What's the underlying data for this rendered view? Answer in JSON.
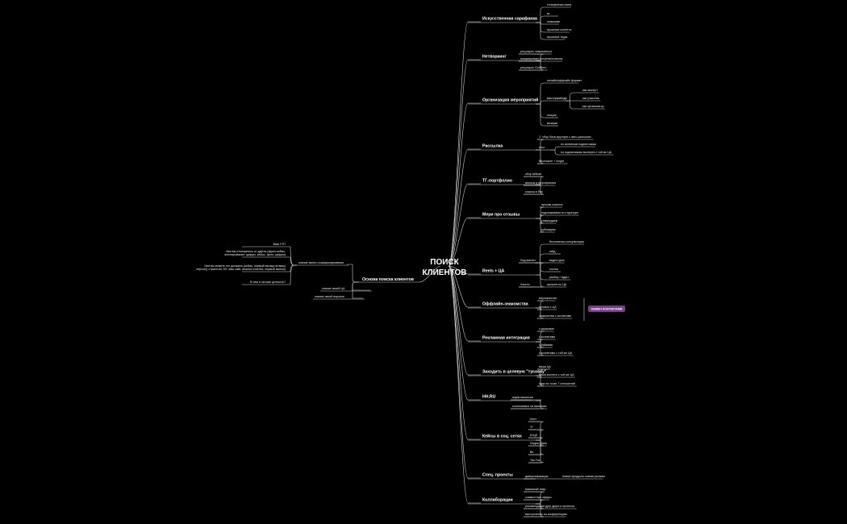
{
  "center": {
    "line1": "ПОИСК",
    "line2": "КЛИЕНТОВ"
  },
  "left": {
    "label": "Основа поиска клиентов",
    "children": [
      {
        "label": "знание своего позиционирования",
        "children": [
          {
            "label": "Ваш УТП"
          },
          {
            "label": "Чем вы отличаетесь от других (фрон-нойзы, агентирование, цифры, кейсы, фото, цифры)"
          },
          {
            "label": "Чем вы можете это доказать (кейсы, первый взгляд на вашу персону, стратегия, КП, ваш сайт, анализ клиента, первый звонок)"
          },
          {
            "label": "В чем в личная ценность?"
          }
        ]
      },
      {
        "label": "знание своей ЦА"
      },
      {
        "label": "знание своей воронки"
      }
    ]
  },
  "right": [
    {
      "label": "Искусственная сарафанка",
      "children": [
        {
          "label": "телефонная книга"
        },
        {
          "label": "вк"
        },
        {
          "label": "знакомые"
        },
        {
          "label": "прошлые клиенты"
        },
        {
          "label": "прошлые лиды"
        }
      ]
    },
    {
      "label": "Нетворкинг",
      "children": [
        {
          "label": "регулярно знакомиться"
        },
        {
          "label": "инициировать встречи/созвоны"
        },
        {
          "label": "регулярно GuttBeru"
        }
      ]
    },
    {
      "label": "Организация мероприятий",
      "children": [
        {
          "label": "онлайн/оффлайн формат"
        },
        {
          "label": "мастермайнды",
          "children": [
            {
              "label": "как эксперт"
            },
            {
              "label": "как участник"
            },
            {
              "label": "как организатор"
            }
          ]
        },
        {
          "label": "лекции"
        },
        {
          "label": "вечерки"
        }
      ]
    },
    {
      "label": "Рассылка",
      "children": [
        {
          "label": "1\" сбор базы вручную с авто-рассылки"
        },
        {
          "label": "инст",
          "children": [
            {
              "label": "по активным подписчикам"
            },
            {
              "label": "по подписчикам эксперта с той же ЦА"
            }
          ]
        },
        {
          "label": "ВКонтакте + inright"
        }
      ]
    },
    {
      "label": "ТГ-портфолио",
      "children": [
        {
          "label": "сбор кейсов"
        },
        {
          "label": "анонсы в мероприятия"
        },
        {
          "label": "ссылка в био"
        }
      ]
    },
    {
      "label": "Мери про отзывы",
      "children": [
        {
          "label": "просим клиента"
        },
        {
          "label": "подталкиваем по структуре"
        },
        {
          "label": "утверждаем"
        },
        {
          "label": "публикуем"
        }
      ]
    },
    {
      "label": "Reels + ЦА",
      "children": [
        {
          "label": "Лид-магнит",
          "children": [
            {
              "label": "бесплатная консультация"
            },
            {
              "label": "гайд"
            },
            {
              "label": "видео-урок"
            },
            {
              "label": "статья"
            },
            {
              "label": "разбор / аудит"
            }
          ]
        },
        {
          "label": "Хэштег",
          "children": [
            {
              "label": "прогрев по ЦА"
            }
          ]
        }
      ]
    },
    {
      "label": "Оффлайн-знакомства",
      "children": [
        {
          "label": "мероприятия"
        },
        {
          "label": "тусовки с ЦА"
        },
        {
          "label": "знакомства с коллегами"
        }
      ],
      "note": "ОБМЕН КОНТАКТАМИ"
    },
    {
      "label": "Рекламная интеграция",
      "children": [
        {
          "label": "с друзьями"
        },
        {
          "label": "с коллегами"
        },
        {
          "label": "с лайками"
        },
        {
          "label": "с коллегами с той же ЦА"
        }
      ]
    },
    {
      "label": "Заходить в целевую \"тусовку\"",
      "children": [
        {
          "label": "ваша ЦА"
        },
        {
          "label": "ваша коллеги с той же ЦА"
        },
        {
          "label": "куда на точке 7 отношений"
        }
      ]
    },
    {
      "label": "HH.RU",
      "children": [
        {
          "label": "ищем вакансии"
        },
        {
          "label": "откликаемся на вакансии"
        }
      ]
    },
    {
      "label": "Кейсы в соц. сетях",
      "children": [
        {
          "label": "Инст"
        },
        {
          "label": "ТГ"
        },
        {
          "label": "Ютуб"
        },
        {
          "label": "Яндекс.Дзен"
        },
        {
          "label": "ВК"
        },
        {
          "label": "Тик-Ток"
        }
      ]
    },
    {
      "label": "Спец. проекты",
      "children": [
        {
          "label": "диверсификация",
          "children": [
            {
              "label": "новые продукты новым рынкам"
            }
          ]
        }
      ]
    },
    {
      "label": "Коллаборации",
      "children": [
        {
          "label": "взаимный пиар"
        },
        {
          "label": "совместные эфиры"
        },
        {
          "label": "рекомендация друг друга в проектах"
        },
        {
          "label": "выступления на конференциях"
        }
      ]
    }
  ]
}
